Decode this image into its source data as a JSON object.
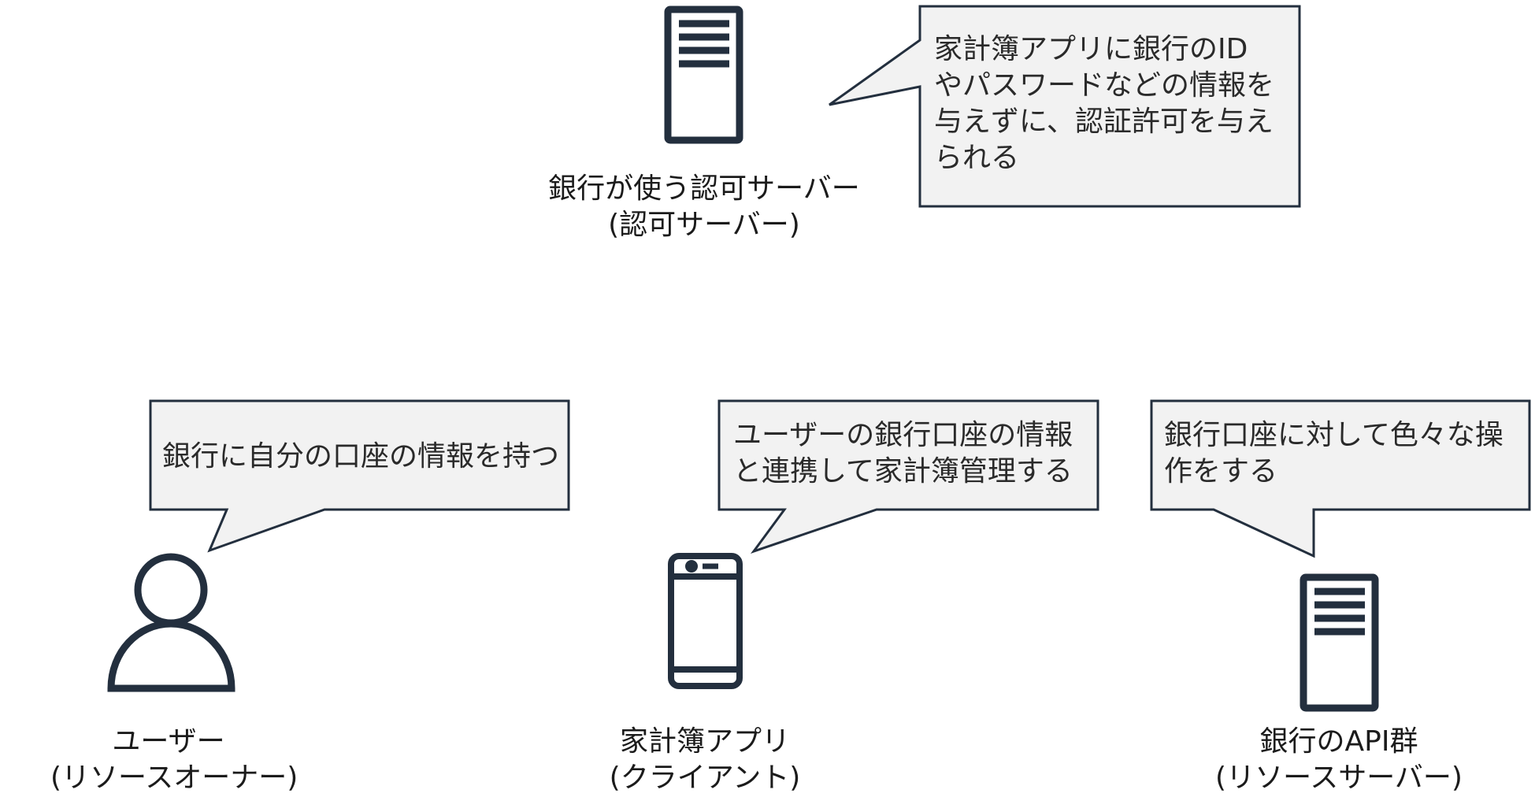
{
  "colors": {
    "icon_stroke": "#232f3e",
    "callout_fill": "#f2f2f2",
    "callout_stroke": "#232f3e"
  },
  "auth_server": {
    "icon": "server-icon",
    "label_line1": "銀行が使う認可サーバー",
    "label_line2": "(認可サーバー)",
    "callout": "家計簿アプリに銀行のID\nやパスワードなどの情報を\n与えずに、認証許可を与え\nられる"
  },
  "user": {
    "icon": "person-icon",
    "label_line1": "ユーザー",
    "label_line2": "(リソースオーナー)",
    "callout": "銀行に自分の口座の情報を持つ"
  },
  "client": {
    "icon": "smartphone-icon",
    "label_line1": "家計簿アプリ",
    "label_line2": "(クライアント)",
    "callout": "ユーザーの銀行口座の情報\nと連携して家計簿管理する"
  },
  "resource_server": {
    "icon": "server-icon",
    "label_line1": "銀行のAPI群",
    "label_line2": "(リソースサーバー)",
    "callout": "銀行口座に対して色々な操\n作をする"
  }
}
